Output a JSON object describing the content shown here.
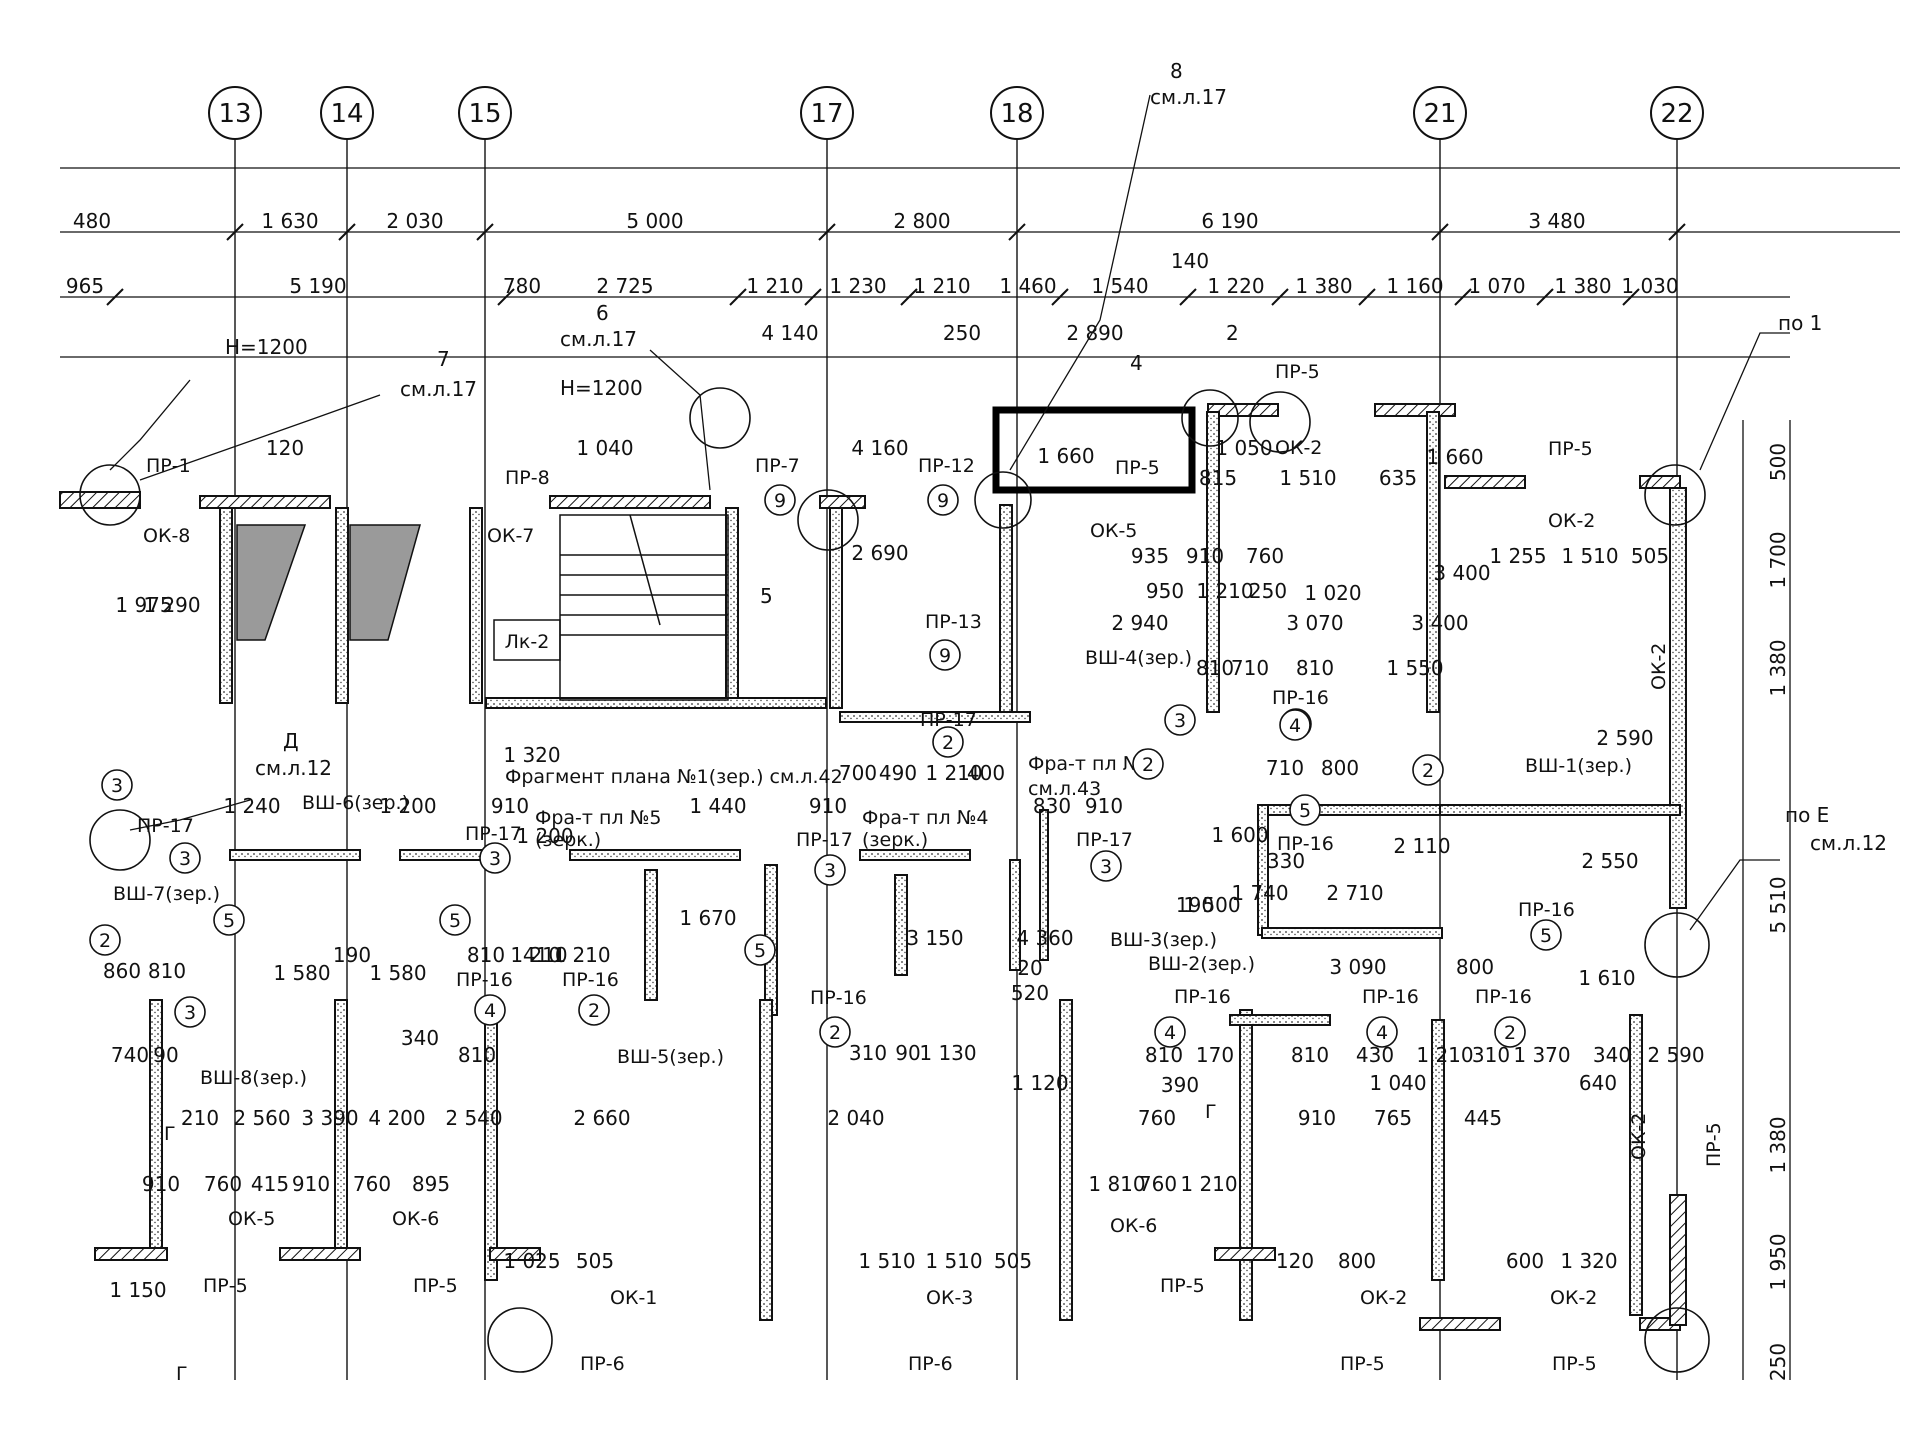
{
  "axes": [
    "13",
    "14",
    "15",
    "17",
    "18",
    "21",
    "22"
  ],
  "top_dims_row1": [
    "480",
    "1 630",
    "2 030",
    "5 000",
    "2 800",
    "6 190",
    "3 480"
  ],
  "top_dims_row2": [
    "965",
    "5 190",
    "780",
    "2 725",
    "1 210",
    "1 230",
    "1 210",
    "1 460",
    "1 540",
    "1 220",
    "1 380",
    "1 160",
    "1 070",
    "1 380",
    "1 030"
  ],
  "top_dims_row3": [
    "4 140",
    "250",
    "2 890",
    "140"
  ],
  "right_dims": [
    "500",
    "1 700",
    "1 380",
    "5 510",
    "1 380",
    "1 950",
    "250"
  ],
  "callouts": {
    "c8": "8",
    "c8_ref": "см.л.17",
    "c6": "6",
    "c6_ref": "см.л.17",
    "c7": "7",
    "c7_ref": "см.л.17",
    "cD": "Д",
    "cD_ref": "см.л.12",
    "po1": "по 1",
    "poE": "по Е",
    "poE_ref": "см.л.12",
    "h1200a": "Н=1200",
    "h1200b": "Н=1200",
    "c5": "5",
    "c2": "2",
    "c4": "4"
  },
  "fragments": {
    "f1": "Фрагмент плана №1(зер.) см.л.42",
    "f5": "Фра-т пл №5",
    "f5b": "(зерк.)",
    "f4": "Фра-т пл №4",
    "f4b": "(зерк.)",
    "f3": "Фра-т пл №3",
    "f3b": "см.л.43"
  },
  "lintels": [
    "ПР-1",
    "ПР-8",
    "ПР-7",
    "ПР-12",
    "ПР-5",
    "ПР-5",
    "ПР-5",
    "ПР-13",
    "ПР-17",
    "ПР-17",
    "ПР-17",
    "ПР-17",
    "ПР-17",
    "ПР-16",
    "ПР-16",
    "ПР-16",
    "ПР-16",
    "ПР-16",
    "ПР-16",
    "ПР-16",
    "ПР-16",
    "ПР-16",
    "ПР-5",
    "ПР-5",
    "ПР-6",
    "ПР-6",
    "ПР-5",
    "ПР-5",
    "ПР-5",
    "ПР-5"
  ],
  "openings": [
    "ОК-8",
    "ОК-7",
    "ОК-5",
    "ОК-2",
    "ОК-2",
    "ОК-2",
    "ОК-5",
    "ОК-6",
    "ОК-6",
    "ОК-1",
    "ОК-3",
    "ОК-2",
    "ОК-2",
    "ОК-2"
  ],
  "ducts": [
    "ВШ-4(зер.)",
    "ВШ-1(зер.)",
    "ВШ-6(зер.)",
    "ВШ-7(зер.)",
    "ВШ-3(зер.)",
    "ВШ-2(зер.)",
    "ВШ-5(зер.)",
    "ВШ-8(зер.)"
  ],
  "stair": "Лк-2",
  "section_mark": "Г",
  "room_dims": [
    "935",
    "910",
    "760",
    "2 940",
    "3 070",
    "3 400",
    "1 255",
    "1 510",
    "505",
    "815",
    "1 510",
    "635",
    "950",
    "1 210",
    "250",
    "810",
    "710",
    "810",
    "1 550",
    "2 590",
    "710",
    "800",
    "1 740",
    "2 710",
    "3 090",
    "800",
    "1 240",
    "1 200",
    "910",
    "1 440",
    "910",
    "700",
    "490",
    "1 210",
    "400",
    "830",
    "910",
    "190",
    "1 500",
    "1 975",
    "1 290",
    "860",
    "810",
    "740",
    "90",
    "1 580",
    "1 580",
    "190",
    "340",
    "810",
    "410",
    "1 210",
    "1 670",
    "810",
    "1 210",
    "310",
    "90",
    "1 130",
    "810",
    "170",
    "390",
    "810",
    "430",
    "1 210",
    "310",
    "1 370",
    "340",
    "2 590",
    "210",
    "2 560",
    "3 390",
    "4 200",
    "2 540",
    "2 660",
    "2 040",
    "760",
    "910",
    "765",
    "445",
    "910",
    "760",
    "415",
    "910",
    "760",
    "895",
    "1 810",
    "760",
    "1 210",
    "1 025",
    "505",
    "1 510",
    "1 510",
    "505",
    "120",
    "800",
    "600",
    "1 320",
    "1 320",
    "1 200",
    "1 600",
    "1 050",
    "120",
    "1 040",
    "4 160",
    "2 690",
    "1 660",
    "1 660",
    "1 020",
    "3 400",
    "2 110",
    "2 550",
    "1 610",
    "3 150",
    "4 360",
    "1 120",
    "1 040",
    "640",
    "1 150",
    "520",
    "20",
    "330"
  ],
  "room_numbers": [
    "9",
    "9",
    "9",
    "3",
    "3",
    "3",
    "3",
    "3",
    "3",
    "3",
    "4",
    "4",
    "4",
    "4",
    "4",
    "5",
    "5",
    "5",
    "5",
    "5",
    "2",
    "2",
    "2",
    "2",
    "2",
    "2",
    "2"
  ]
}
